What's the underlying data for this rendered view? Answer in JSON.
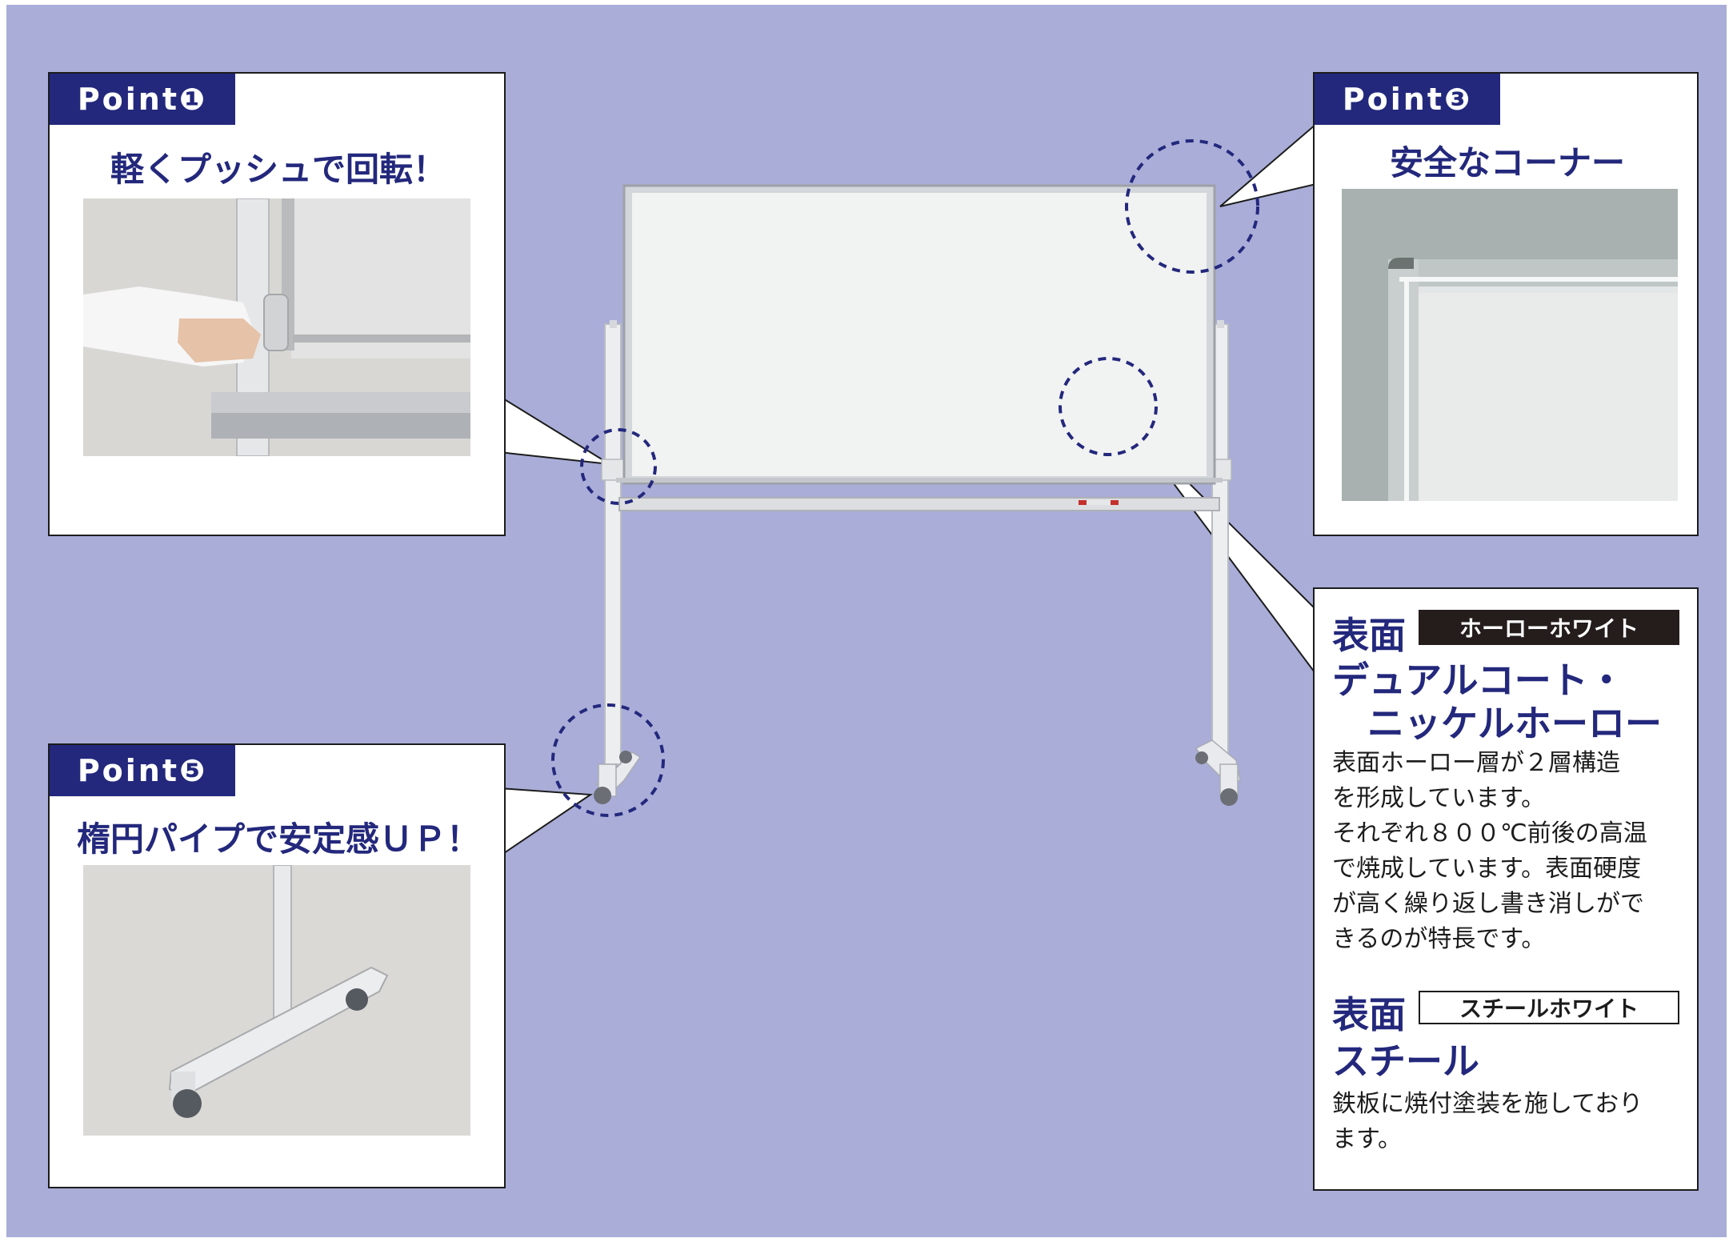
{
  "colors": {
    "background": "#a9add8",
    "navy": "#23287c",
    "dark_tag": "#241d1b",
    "card": "#ffffff"
  },
  "point1": {
    "badge": "Point❶",
    "heading": "軽くプッシュで回転！"
  },
  "point3": {
    "badge": "Point❸",
    "heading": "安全なコーナー"
  },
  "point5": {
    "badge": "Point❺",
    "heading": "楕円パイプで安定感ＵＰ！"
  },
  "surface_enamel": {
    "title": "表面",
    "tag": "ホーローホワイト",
    "name_line1": "デュアルコート・",
    "name_line2": "ニッケルホーロー",
    "desc_lines": [
      "表面ホーロー層が２層構造",
      "を形成しています。",
      "それぞれ８００℃前後の高温",
      "で焼成しています。表面硬度",
      "が高く繰り返し書き消しがで",
      "きるのが特長です。"
    ]
  },
  "surface_steel": {
    "title": "表面",
    "tag": "スチールホワイト",
    "name": "スチール",
    "desc_lines": [
      "鉄板に焼付塗装を施しており",
      "ます。"
    ]
  }
}
